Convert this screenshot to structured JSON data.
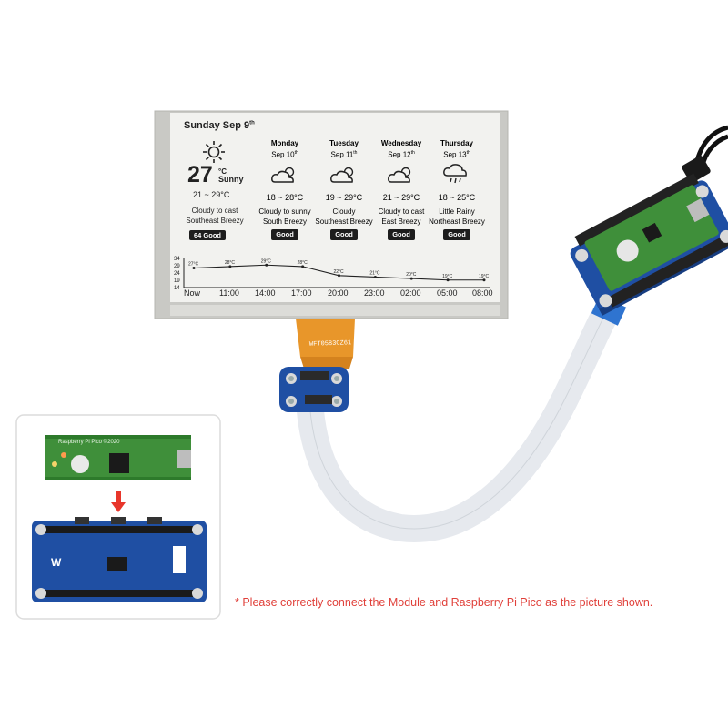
{
  "screen": {
    "date_heading": "Sunday Sep 9",
    "date_suffix": "th",
    "today": {
      "temperature": "27",
      "unit": "°C",
      "condition": "Sunny",
      "range": "21 ~ 29°C",
      "description": "Cloudy to cast",
      "wind": "Southeast Breezy",
      "aqi": "64 Good",
      "icon": "sun-icon"
    },
    "forecast": [
      {
        "day": "Monday",
        "date": "Sep 10",
        "sup": "th",
        "icon": "partly-cloudy-icon",
        "range": "18 ~ 28°C",
        "description": "Cloudy to sunny",
        "wind": "South Breezy",
        "aqi": "Good"
      },
      {
        "day": "Tuesday",
        "date": "Sep 11",
        "sup": "th",
        "icon": "partly-cloudy-icon",
        "range": "19 ~ 29°C",
        "description": "Cloudy",
        "wind": "Southeast Breezy",
        "aqi": "Good"
      },
      {
        "day": "Wednesday",
        "date": "Sep 12",
        "sup": "th",
        "icon": "partly-cloudy-icon",
        "range": "21 ~ 29°C",
        "description": "Cloudy to cast",
        "wind": "East Breezy",
        "aqi": "Good"
      },
      {
        "day": "Thursday",
        "date": "Sep 13",
        "sup": "th",
        "icon": "rain-cloud-icon",
        "range": "18 ~ 25°C",
        "description": "Little Rainy",
        "wind": "Northeast Breezy",
        "aqi": "Good"
      }
    ],
    "chart": {
      "y_ticks": [
        "34",
        "29",
        "24",
        "19",
        "14"
      ],
      "times": [
        "Now",
        "11:00",
        "14:00",
        "17:00",
        "20:00",
        "23:00",
        "02:00",
        "05:00",
        "08:00"
      ],
      "temps": [
        {
          "t": 27,
          "label": "27°C"
        },
        {
          "t": 28,
          "label": "28°C"
        },
        {
          "t": 29,
          "label": "29°C"
        },
        {
          "t": 28,
          "label": "28°C"
        },
        {
          "t": 22,
          "label": "22°C"
        },
        {
          "t": 21,
          "label": "21°C"
        },
        {
          "t": 20,
          "label": "20°C"
        },
        {
          "t": 19,
          "label": "19°C"
        },
        {
          "t": 19,
          "label": "19°C"
        }
      ]
    }
  },
  "flex_cable_label": "WFT0583CZ61",
  "inset": {
    "pico_label": "Raspberry Pi Pico ©2020",
    "arrow_color": "#e8362b"
  },
  "note": "* Please correctly connect the Module and Raspberry Pi Pico as the picture shown.",
  "colors": {
    "pcb_blue": "#1f4fa3",
    "pico_green": "#3f8f3a",
    "note_red": "#e0403a",
    "flex_orange": "#e8962a"
  }
}
